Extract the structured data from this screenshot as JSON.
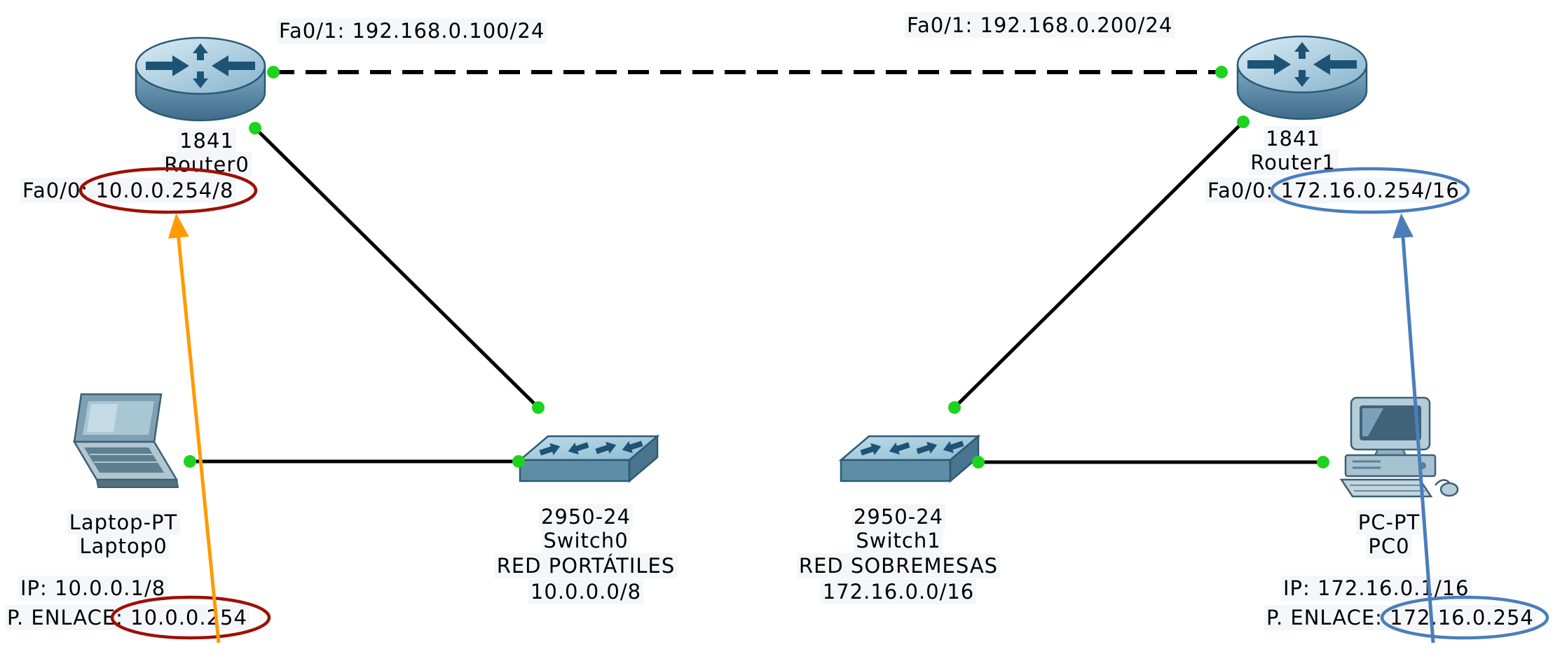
{
  "colors": {
    "canvas-bg": "#ffffff",
    "link": "#000000",
    "port-up-green": "#1ed31e",
    "ann-red": "#9c1006",
    "ann-blue": "#4a7ebb",
    "ann-orange": "#ff9a00",
    "label-text": "#000000"
  },
  "devices": {
    "router0": {
      "model": "1841",
      "name": "Router0",
      "fa00_label": "Fa0/0: 10.0.0.254/8",
      "fa01_label": "Fa0/1: 192.168.0.100/24"
    },
    "router1": {
      "model": "1841",
      "name": "Router1",
      "fa00_label": "Fa0/0: 172.16.0.254/16",
      "fa01_label": "Fa0/1: 192.168.0.200/24"
    },
    "switch0": {
      "model": "2950-24",
      "name": "Switch0",
      "network_label": "RED PORTÁTILES",
      "network_address": "10.0.0.0/8"
    },
    "switch1": {
      "model": "2950-24",
      "name": "Switch1",
      "network_label": "RED SOBREMESAS",
      "network_address": "172.16.0.0/16"
    },
    "laptop0": {
      "model": "Laptop-PT",
      "name": "Laptop0",
      "ip_label": "IP: 10.0.0.1/8",
      "gateway_label": "P. ENLACE: 10.0.0.254"
    },
    "pc0": {
      "model": "PC-PT",
      "name": "PC0",
      "ip_label": "IP: 172.16.0.1/16",
      "gateway_label": "P. ENLACE: 172.16.0.254"
    }
  },
  "connections": [
    {
      "from": "Router0 Fa0/1",
      "to": "Router1 Fa0/1",
      "style": "dashed",
      "status": "up"
    },
    {
      "from": "Router0 Fa0/0",
      "to": "Switch0",
      "style": "solid",
      "status": "up"
    },
    {
      "from": "Switch0",
      "to": "Laptop0",
      "style": "solid",
      "status": "up"
    },
    {
      "from": "Router1 Fa0/0",
      "to": "Switch1",
      "style": "solid",
      "status": "up"
    },
    {
      "from": "Switch1",
      "to": "PC0",
      "style": "solid",
      "status": "up"
    }
  ],
  "annotations": {
    "red_circle_top": "10.0.0.254/8",
    "red_circle_bottom": "10.0.0.254",
    "orange_arrow": "links Laptop0 gateway to Router0 Fa0/0 address",
    "blue_circle_top": "172.16.0.254/16",
    "blue_circle_bottom": "172.16.0.254",
    "blue_arrow": "links PC0 gateway to Router1 Fa0/0 address"
  }
}
